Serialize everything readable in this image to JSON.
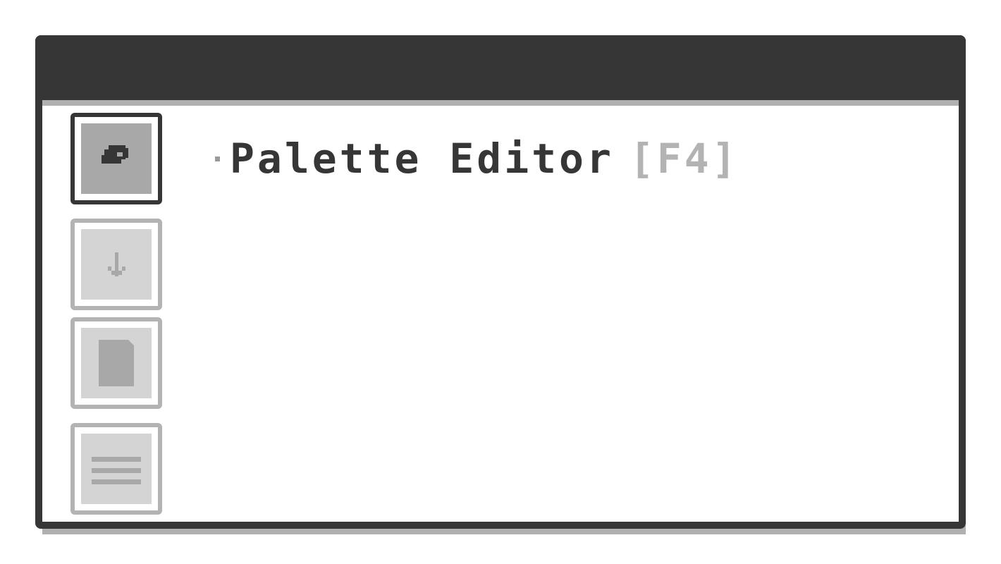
{
  "window": {
    "title": ""
  },
  "toolbar": {
    "buttons": [
      {
        "icon": "palette-icon",
        "state": "active"
      },
      {
        "icon": "download-arrow-icon",
        "state": "inactive"
      },
      {
        "icon": "page-icon",
        "state": "inactive"
      },
      {
        "icon": "list-lines-icon",
        "state": "inactive"
      }
    ]
  },
  "menu": {
    "active_item": {
      "label": "Palette Editor",
      "shortcut": "[F4]"
    }
  },
  "colors": {
    "frame": "#363636",
    "shadow": "#b0b0b0",
    "active_fill": "#a8a8a8",
    "inactive_fill": "#d4d4d4",
    "shortcut_text": "#b3b3b3"
  }
}
